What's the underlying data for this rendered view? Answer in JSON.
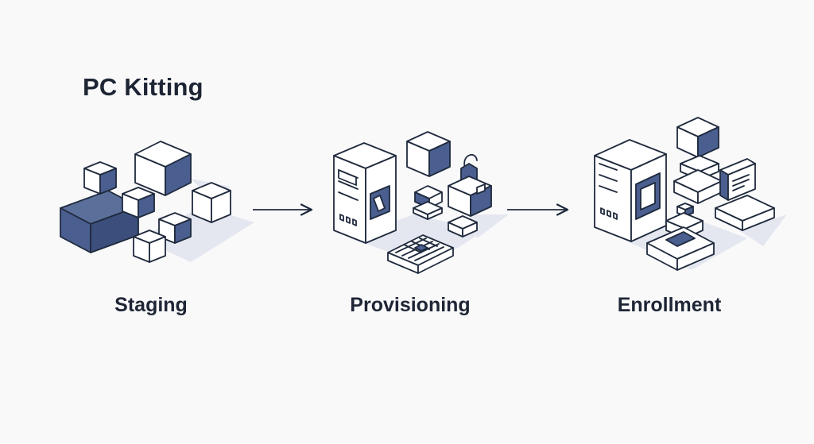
{
  "title": "PC Kitting",
  "stages": [
    {
      "label": "Staging"
    },
    {
      "label": "Provisioning"
    },
    {
      "label": "Enrollment"
    }
  ],
  "colors": {
    "background": "#f9f9fa",
    "outline": "#1f2a3d",
    "accent": "#4a5f8f",
    "face_light": "#ffffff",
    "shadow": "#e4e7ef"
  }
}
